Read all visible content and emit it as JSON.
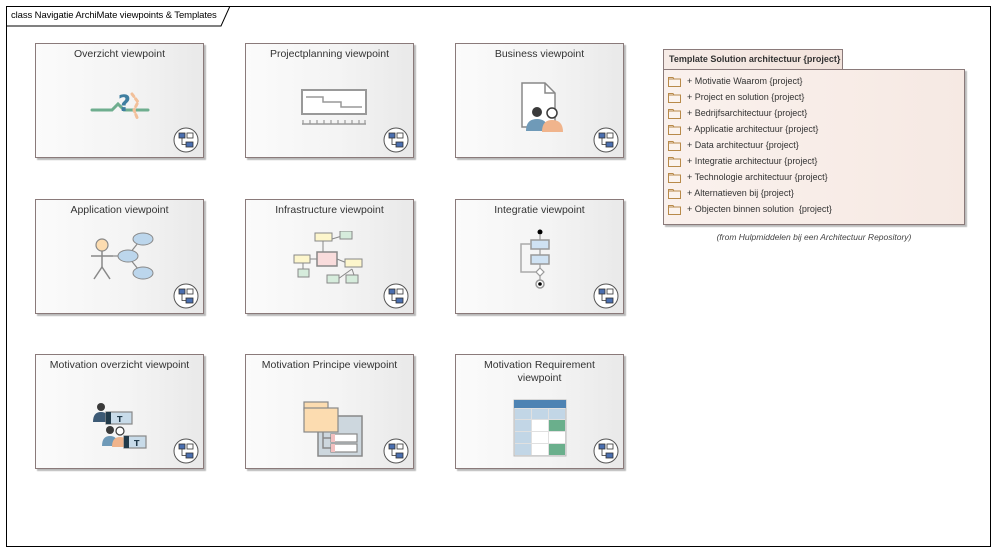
{
  "diagram": {
    "frame_title": "class Navigatie ArchiMate viewpoints & Templates"
  },
  "viewpoints": [
    {
      "label": "Overzicht viewpoint",
      "icon": "overview-chart-icon"
    },
    {
      "label": "Projectplanning viewpoint",
      "icon": "gantt-timeline-icon"
    },
    {
      "label": "Business viewpoint",
      "icon": "business-people-document-icon"
    },
    {
      "label": "Application viewpoint",
      "icon": "use-case-actor-icon"
    },
    {
      "label": "Infrastructure viewpoint",
      "icon": "network-nodes-icon"
    },
    {
      "label": "Integratie viewpoint",
      "icon": "activity-flow-icon"
    },
    {
      "label": "Motivation overzicht viewpoint",
      "icon": "stakeholders-icon"
    },
    {
      "label": "Motivation Principe viewpoint",
      "icon": "principle-tree-icon"
    },
    {
      "label": "Motivation Requirement viewpoint",
      "icon": "requirement-table-icon"
    }
  ],
  "package": {
    "title": "Template Solution architectuur {project}",
    "items": [
      "+ Motivatie Waarom {project}",
      "+ Project en solution {project}",
      "+ Bedrijfsarchitectuur {project}",
      "+ Applicatie architectuur {project}",
      "+ Data architectuur {project}",
      "+ Integratie architectuur {project}",
      "+ Technologie architectuur {project}",
      "+ Alternatieven bij {project}",
      "+ Objecten binnen solution  {project}"
    ],
    "from_note": "(from Hulpmiddelen bij een Architectuur Repository)"
  },
  "colors": {
    "frame_border": "#000000",
    "element_border": "#8a7a7a",
    "package_fill": "#f6e9e3",
    "folder_icon": "#b88a4a",
    "link_icon_blue": "#4a6fb0"
  }
}
